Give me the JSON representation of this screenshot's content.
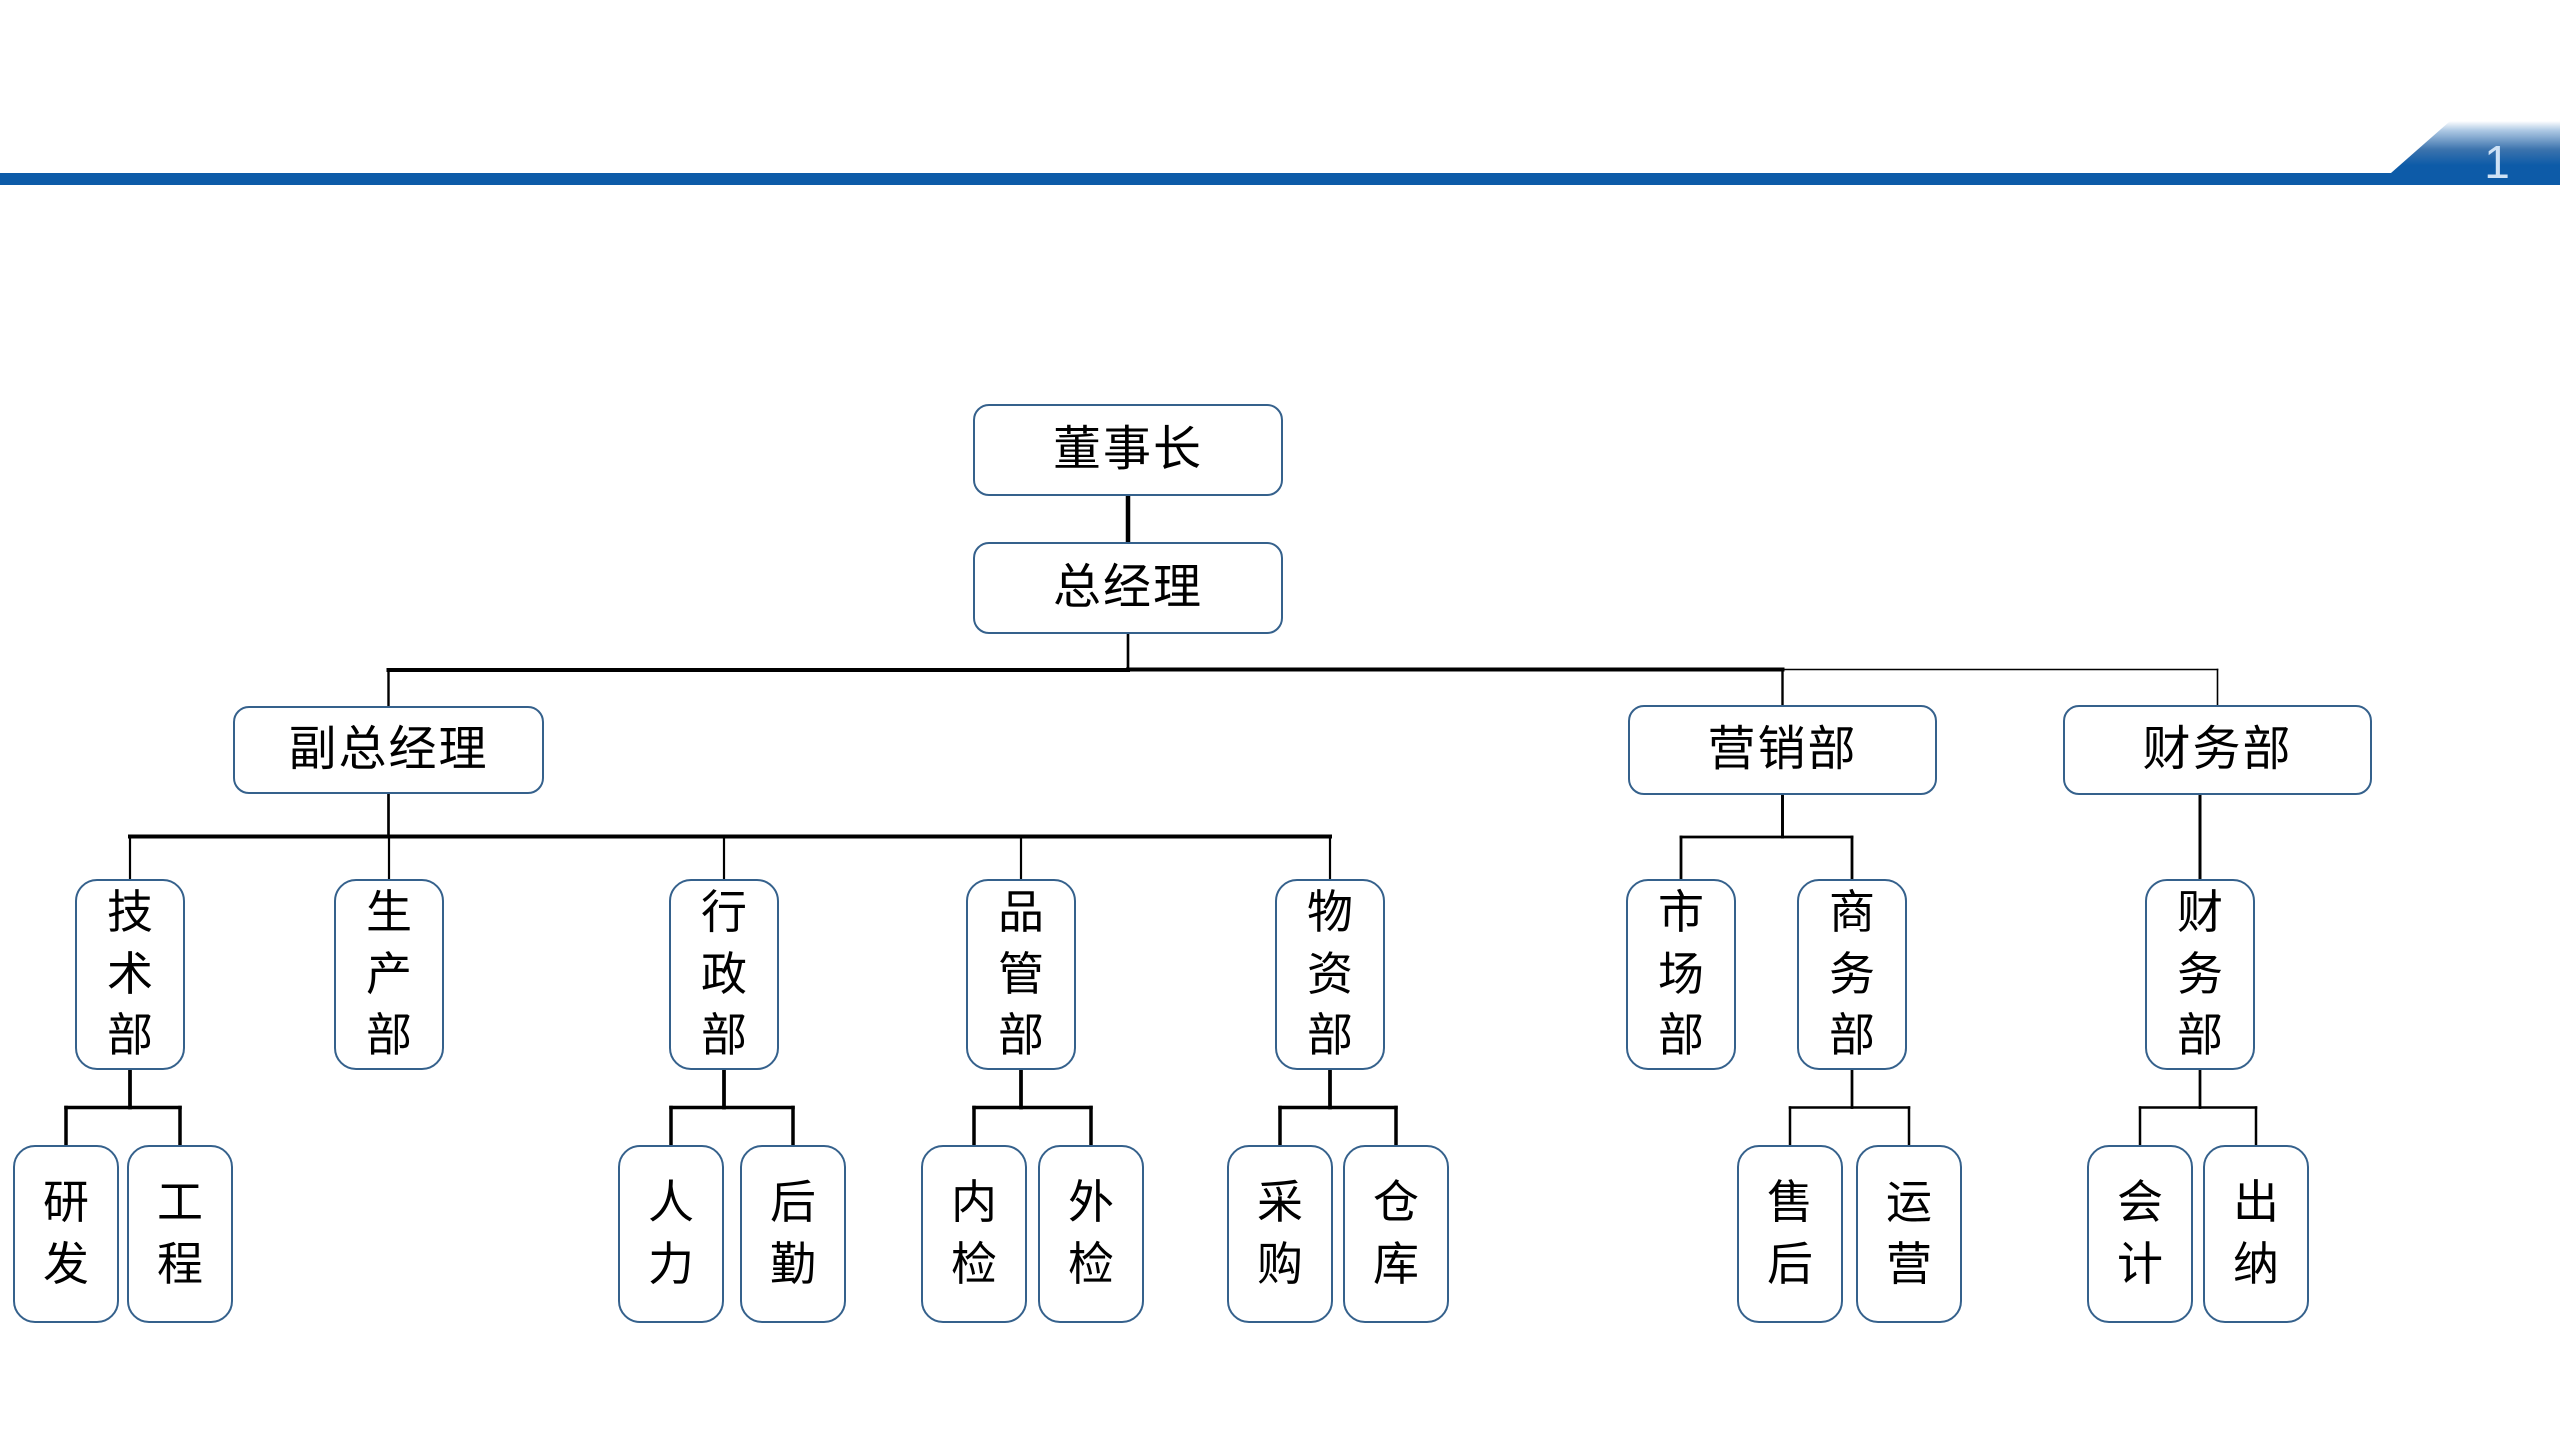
{
  "page": {
    "number": "1"
  },
  "colors": {
    "accent_bar": "#0D5BA8",
    "box_border": "#35618C",
    "box_fill": "#FFFFFF",
    "connector": "#000000",
    "text": "#000000",
    "page_number": "#CFE2F5"
  },
  "org_chart": {
    "nodes": [
      {
        "id": "chairman",
        "label": "董事长",
        "level": 1,
        "vertical": false
      },
      {
        "id": "general-manager",
        "label": "总经理",
        "level": 2,
        "vertical": false
      },
      {
        "id": "deputy-general-manager",
        "label": "副总经理",
        "level": 3,
        "vertical": false
      },
      {
        "id": "marketing-dept",
        "label": "营销部",
        "level": 3,
        "vertical": false
      },
      {
        "id": "finance-dept",
        "label": "财务部",
        "level": 3,
        "vertical": false
      },
      {
        "id": "technology-dept",
        "label": "技术部",
        "level": 4,
        "vertical": true
      },
      {
        "id": "production-dept",
        "label": "生产部",
        "level": 4,
        "vertical": true
      },
      {
        "id": "admin-dept",
        "label": "行政部",
        "level": 4,
        "vertical": true
      },
      {
        "id": "quality-dept",
        "label": "品管部",
        "level": 4,
        "vertical": true
      },
      {
        "id": "materials-dept",
        "label": "物资部",
        "level": 4,
        "vertical": true
      },
      {
        "id": "market-dept",
        "label": "市场部",
        "level": 4,
        "vertical": true
      },
      {
        "id": "business-dept",
        "label": "商务部",
        "level": 4,
        "vertical": true
      },
      {
        "id": "finance-sub-dept",
        "label": "财务部",
        "level": 4,
        "vertical": true
      },
      {
        "id": "rd",
        "label": "研发",
        "level": 5,
        "vertical": true
      },
      {
        "id": "engineering",
        "label": "工程",
        "level": 5,
        "vertical": true
      },
      {
        "id": "hr",
        "label": "人力",
        "level": 5,
        "vertical": true
      },
      {
        "id": "logistics",
        "label": "后勤",
        "level": 5,
        "vertical": true
      },
      {
        "id": "internal-inspection",
        "label": "内检",
        "level": 5,
        "vertical": true
      },
      {
        "id": "external-inspection",
        "label": "外检",
        "level": 5,
        "vertical": true
      },
      {
        "id": "procurement",
        "label": "采购",
        "level": 5,
        "vertical": true
      },
      {
        "id": "warehouse",
        "label": "仓库",
        "level": 5,
        "vertical": true
      },
      {
        "id": "after-sales",
        "label": "售后",
        "level": 5,
        "vertical": true
      },
      {
        "id": "operations",
        "label": "运营",
        "level": 5,
        "vertical": true
      },
      {
        "id": "accounting",
        "label": "会计",
        "level": 5,
        "vertical": true
      },
      {
        "id": "cashier",
        "label": "出纳",
        "level": 5,
        "vertical": true
      }
    ],
    "connectors": [
      {
        "from": "chairman",
        "to": "general-manager",
        "type": "v",
        "w": 4.5
      },
      {
        "from": "general-manager",
        "to": "deputy-general-manager",
        "type": "elbow",
        "w": 4,
        "wv": 2.4
      },
      {
        "from": "general-manager",
        "to": "marketing-dept",
        "type": "elbow",
        "w": 4,
        "wv": 2.4
      },
      {
        "from": "general-manager",
        "to": "finance-dept",
        "type": "elbow",
        "w": 1.6,
        "wv": 1.6
      },
      {
        "from": "deputy-general-manager",
        "to": "technology-dept",
        "type": "elbow",
        "w": 4,
        "wv": 2.2
      },
      {
        "from": "deputy-general-manager",
        "to": "production-dept",
        "type": "elbow",
        "w": 4,
        "wv": 2.2
      },
      {
        "from": "deputy-general-manager",
        "to": "admin-dept",
        "type": "elbow",
        "w": 4,
        "wv": 2.2
      },
      {
        "from": "deputy-general-manager",
        "to": "quality-dept",
        "type": "elbow",
        "w": 4,
        "wv": 2.2
      },
      {
        "from": "deputy-general-manager",
        "to": "materials-dept",
        "type": "elbow",
        "w": 4,
        "wv": 2.2
      },
      {
        "from": "technology-dept",
        "to": "rd",
        "type": "elbow",
        "w": 3.5
      },
      {
        "from": "technology-dept",
        "to": "engineering",
        "type": "elbow",
        "w": 3.5
      },
      {
        "from": "admin-dept",
        "to": "hr",
        "type": "elbow",
        "w": 3.5
      },
      {
        "from": "admin-dept",
        "to": "logistics",
        "type": "elbow",
        "w": 3.5
      },
      {
        "from": "quality-dept",
        "to": "internal-inspection",
        "type": "elbow",
        "w": 3.5
      },
      {
        "from": "quality-dept",
        "to": "external-inspection",
        "type": "elbow",
        "w": 3.5
      },
      {
        "from": "materials-dept",
        "to": "procurement",
        "type": "elbow",
        "w": 3.5
      },
      {
        "from": "materials-dept",
        "to": "warehouse",
        "type": "elbow",
        "w": 3.5
      },
      {
        "from": "marketing-dept",
        "to": "market-dept",
        "type": "elbow",
        "w": 2.8
      },
      {
        "from": "marketing-dept",
        "to": "business-dept",
        "type": "elbow",
        "w": 2.8
      },
      {
        "from": "finance-dept",
        "to": "finance-sub-dept",
        "type": "v",
        "w": 3
      },
      {
        "from": "business-dept",
        "to": "after-sales",
        "type": "elbow",
        "w": 2.5
      },
      {
        "from": "business-dept",
        "to": "operations",
        "type": "elbow",
        "w": 2.5
      },
      {
        "from": "finance-sub-dept",
        "to": "accounting",
        "type": "elbow",
        "w": 2.5
      },
      {
        "from": "finance-sub-dept",
        "to": "cashier",
        "type": "elbow",
        "w": 2.5
      }
    ]
  }
}
